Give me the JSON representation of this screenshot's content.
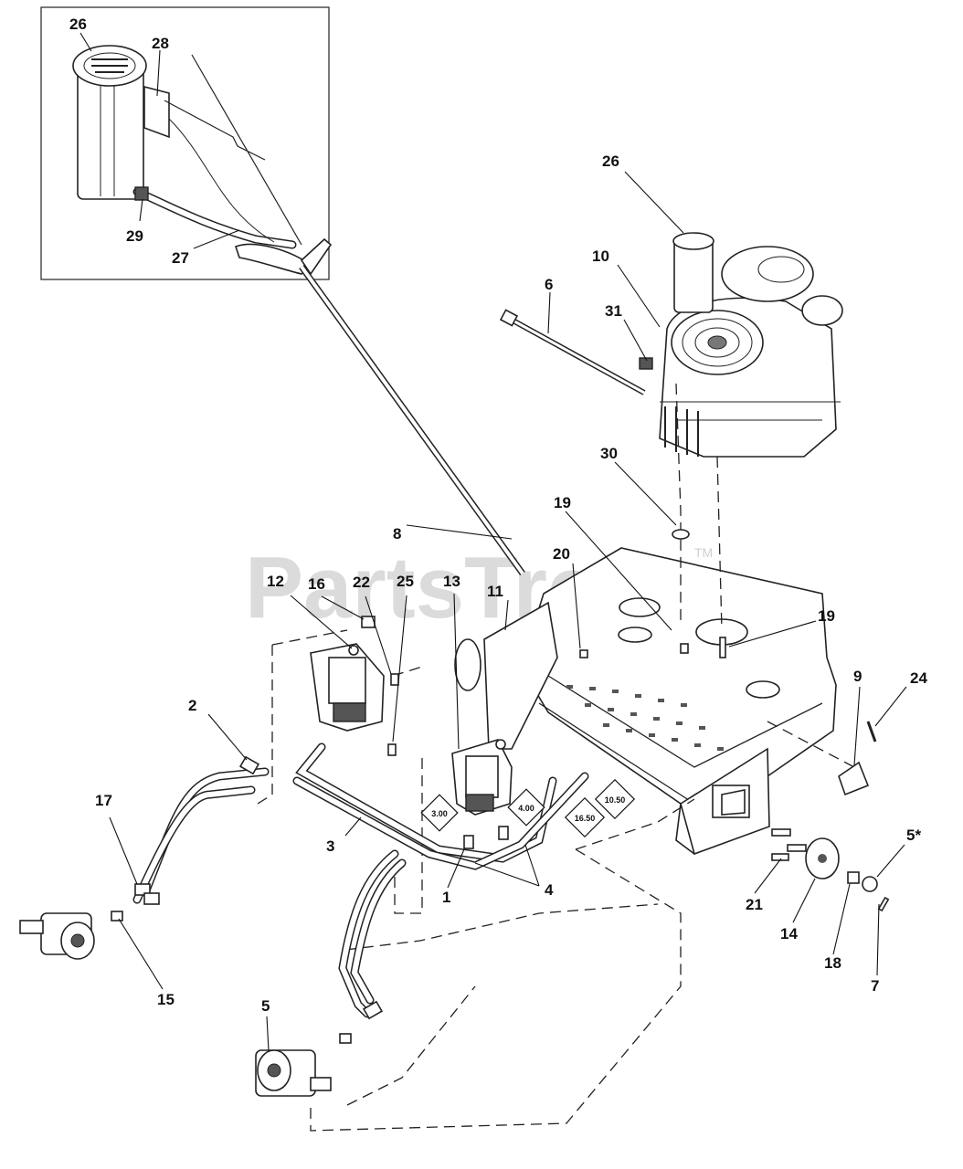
{
  "watermark": {
    "text": "PartsTree",
    "tm": "TM"
  },
  "callouts": {
    "c1": "1",
    "c2": "2",
    "c3": "3",
    "c4": "4",
    "c5a": "5",
    "c5b": "5*",
    "c6": "6",
    "c7": "7",
    "c8": "8",
    "c9": "9",
    "c10": "10",
    "c11": "11",
    "c12": "12",
    "c13": "13",
    "c14": "14",
    "c15": "15",
    "c16": "16",
    "c17": "17",
    "c18": "18",
    "c19a": "19",
    "c19b": "19",
    "c20": "20",
    "c21": "21",
    "c22": "22",
    "c24": "24",
    "c25": "25",
    "c26a": "26",
    "c26b": "26",
    "c27": "27",
    "c28": "28",
    "c29": "29",
    "c30": "30",
    "c31": "31"
  },
  "dimensions": {
    "d300": "3.00",
    "d400": "4.00",
    "d1050": "10.50",
    "d1650": "16.50"
  }
}
